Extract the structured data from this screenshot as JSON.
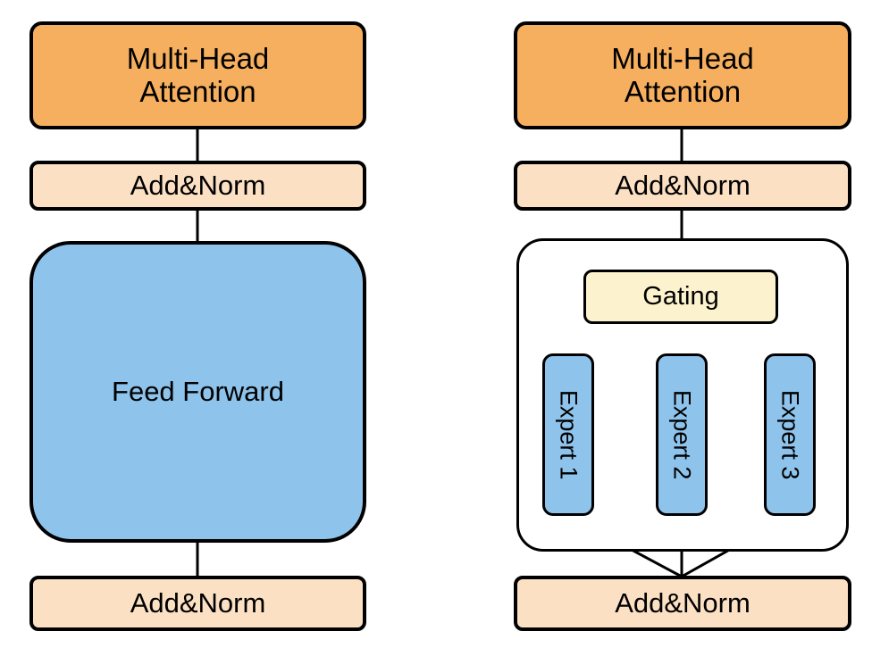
{
  "figure": {
    "type": "diagram",
    "subject": "Transformer block: standard Feed Forward versus Mixture-of-Experts",
    "background": "#FFFFFF"
  },
  "colors": {
    "orange": "#F5AF5E",
    "peach": "#FCE0C4",
    "blue": "#8EC3EC",
    "yellow": "#FCF3CE",
    "white": "#FFFFFF",
    "stroke": "#000000"
  },
  "left_column": {
    "name": "standard-transformer-block",
    "nodes": [
      {
        "id": "mha",
        "label": "Multi-Head\nAttention",
        "line1": "Multi-Head",
        "line2": "Attention",
        "fill": "#F5AF5E"
      },
      {
        "id": "addnorm_top",
        "label": "Add&Norm",
        "fill": "#FCE0C4"
      },
      {
        "id": "feed_forward",
        "label": "Feed Forward",
        "fill": "#8EC3EC"
      },
      {
        "id": "addnorm_bottom",
        "label": "Add&Norm",
        "fill": "#FCE0C4"
      }
    ],
    "edges": [
      {
        "from": "mha",
        "to": "addnorm_top"
      },
      {
        "from": "addnorm_top",
        "to": "feed_forward"
      },
      {
        "from": "feed_forward",
        "to": "addnorm_bottom"
      }
    ]
  },
  "right_column": {
    "name": "moe-transformer-block",
    "nodes": [
      {
        "id": "mha",
        "label": "Multi-Head\nAttention",
        "line1": "Multi-Head",
        "line2": "Attention",
        "fill": "#F5AF5E"
      },
      {
        "id": "addnorm_top",
        "label": "Add&Norm",
        "fill": "#FCE0C4"
      },
      {
        "id": "gating",
        "label": "Gating",
        "fill": "#FCF3CE"
      },
      {
        "id": "expert_1",
        "label": "Expert 1",
        "fill": "#8EC3EC",
        "orientation": "vertical"
      },
      {
        "id": "expert_2",
        "label": "Expert 2",
        "fill": "#8EC3EC",
        "orientation": "vertical"
      },
      {
        "id": "expert_3",
        "label": "Expert 3",
        "fill": "#8EC3EC",
        "orientation": "vertical"
      },
      {
        "id": "addnorm_bottom",
        "label": "Add&Norm",
        "fill": "#FCE0C4"
      }
    ],
    "container": {
      "id": "moe_container",
      "label": "",
      "fill": "#FFFFFF"
    },
    "edges": [
      {
        "from": "mha",
        "to": "addnorm_top"
      },
      {
        "from": "addnorm_top",
        "to": "gating"
      },
      {
        "from": "gating",
        "to": "expert_1"
      },
      {
        "from": "gating",
        "to": "expert_2"
      },
      {
        "from": "gating",
        "to": "expert_3"
      },
      {
        "from": "expert_1",
        "to": "addnorm_bottom"
      },
      {
        "from": "expert_2",
        "to": "addnorm_bottom"
      },
      {
        "from": "expert_3",
        "to": "addnorm_bottom"
      }
    ]
  }
}
